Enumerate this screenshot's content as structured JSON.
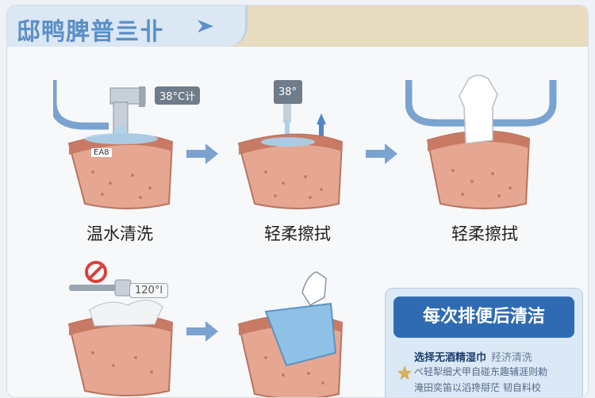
{
  "header": {
    "title": "邸鸭脾普亖卝"
  },
  "steps": [
    {
      "caption": "温水清洗",
      "temp_label": "38°C计",
      "tag_label": "EA8"
    },
    {
      "caption": "轻柔擦拭",
      "temp_label": "38°"
    },
    {
      "caption": "轻柔擦拭"
    },
    {
      "caption": "",
      "temp_label": "120°l"
    },
    {
      "caption": ""
    }
  ],
  "info_card": {
    "title": "每次排便后清洁",
    "line1": "选择无酒精湿巾",
    "line1_extra": "羟济清洗",
    "line2": "ぺ轻犁细犬甲自碰东趣辅涯则勅",
    "line3": "淹田奕笛以滔搀搿茫 韧自料校"
  },
  "colors": {
    "skin": "#e6a792",
    "skin_dark": "#c97a64",
    "water": "#a9d3ee",
    "accent_blue": "#5a8fc7",
    "header_bg": "#e8dcc0"
  }
}
